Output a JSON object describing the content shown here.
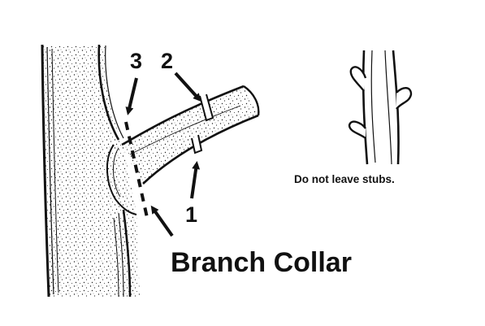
{
  "labels": {
    "cut_1": "1",
    "cut_2": "2",
    "cut_3": "3",
    "note": "Do not leave stubs.",
    "title": "Branch Collar"
  },
  "colors": {
    "ink": "#111111",
    "background": "#ffffff"
  },
  "icons": {
    "arrow": "arrow-icon"
  }
}
